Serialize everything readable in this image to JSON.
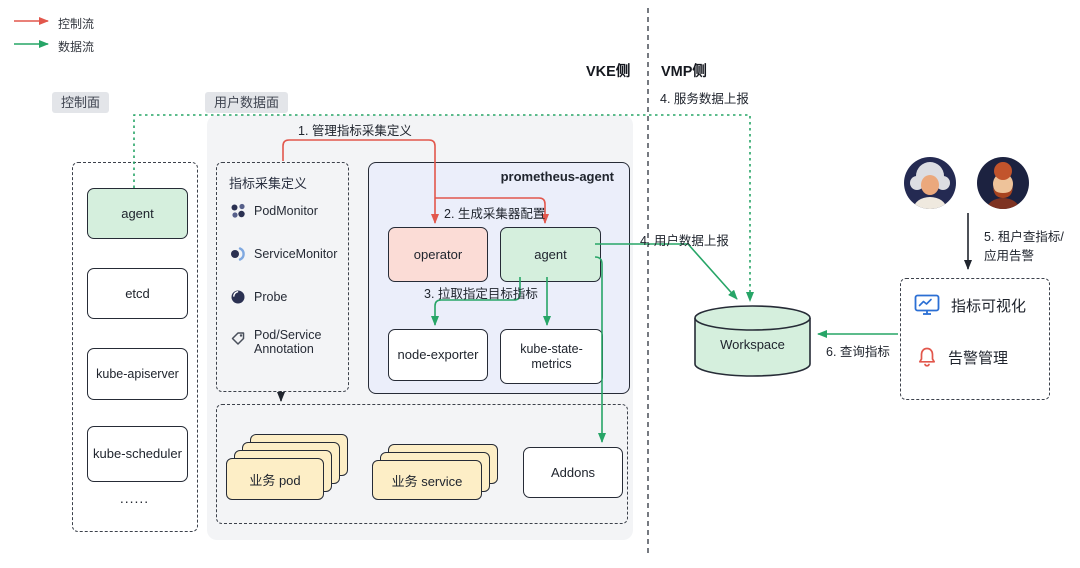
{
  "legend": {
    "control_flow": "控制流",
    "data_flow": "数据流"
  },
  "regions": {
    "control_plane_tag": "控制面",
    "user_data_plane_tag": "用户数据面",
    "vke_side": "VKE侧",
    "vmp_side": "VMP侧"
  },
  "control_plane": {
    "items": [
      "agent",
      "etcd",
      "kube-apiserver",
      "kube-scheduler",
      "......"
    ]
  },
  "metric_definitions": {
    "title": "指标采集定义",
    "items": [
      "PodMonitor",
      "ServiceMonitor",
      "Probe",
      "Pod/Service Annotation"
    ]
  },
  "prometheus_agent": {
    "title": "prometheus-agent",
    "operator_label": "operator",
    "agent_label": "agent",
    "node_exporter_label": "node-exporter",
    "kube_state_metrics_label": "kube-state-metrics"
  },
  "workloads": {
    "pod_label": "业务 pod",
    "service_label": "业务 service",
    "addons_label": "Addons"
  },
  "workspace_label": "Workspace",
  "ops": {
    "metrics_visualization": "指标可视化",
    "alert_management": "告警管理"
  },
  "flows": {
    "manage_defs": "1. 管理指标采集定义",
    "generate_config": "2. 生成采集器配置",
    "pull_metrics": "3. 拉取指定目标指标",
    "user_data_report": "4. 用户数据上报",
    "service_data_report": "4. 服务数据上报",
    "tenant_query_line1": "5. 租户查指标/",
    "tenant_query_line2": "应用告警",
    "query_metrics": "6. 查询指标"
  },
  "colors": {
    "control_flow": "#e2574c",
    "data_flow": "#27a567",
    "green_fill": "#d5efdd",
    "red_fill": "#fbdcd6",
    "yellow_fill": "#fdeec6",
    "lavender_fill": "#ebeefa",
    "panel_fill": "#f3f4f6",
    "ink": "#20252e"
  }
}
